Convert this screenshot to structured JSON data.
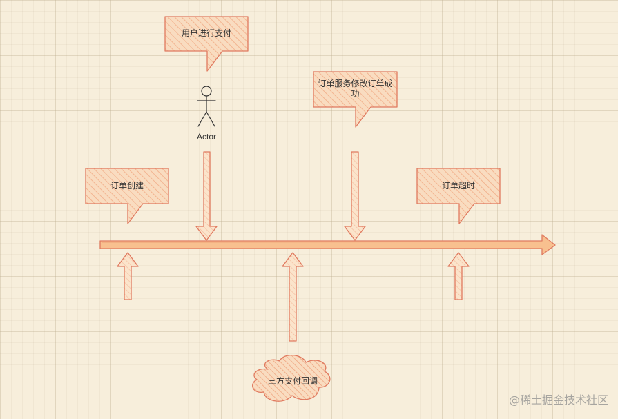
{
  "colors": {
    "callout_fill": "#f9d7b4",
    "callout_stroke": "#e07a5f",
    "timeline_fill": "#f9bf8f",
    "timeline_stroke": "#e07a5f",
    "actor_stroke": "#333333",
    "hatch": "#f0a57f"
  },
  "callouts": {
    "user_pay": "用户进行支付",
    "order_service": "订单服务修改订单成功",
    "order_create": "订单创建",
    "order_timeout": "订单超时"
  },
  "actor": {
    "label": "Actor"
  },
  "cloud": {
    "label": "三方支付回调"
  },
  "watermark": "@稀土掘金技术社区"
}
